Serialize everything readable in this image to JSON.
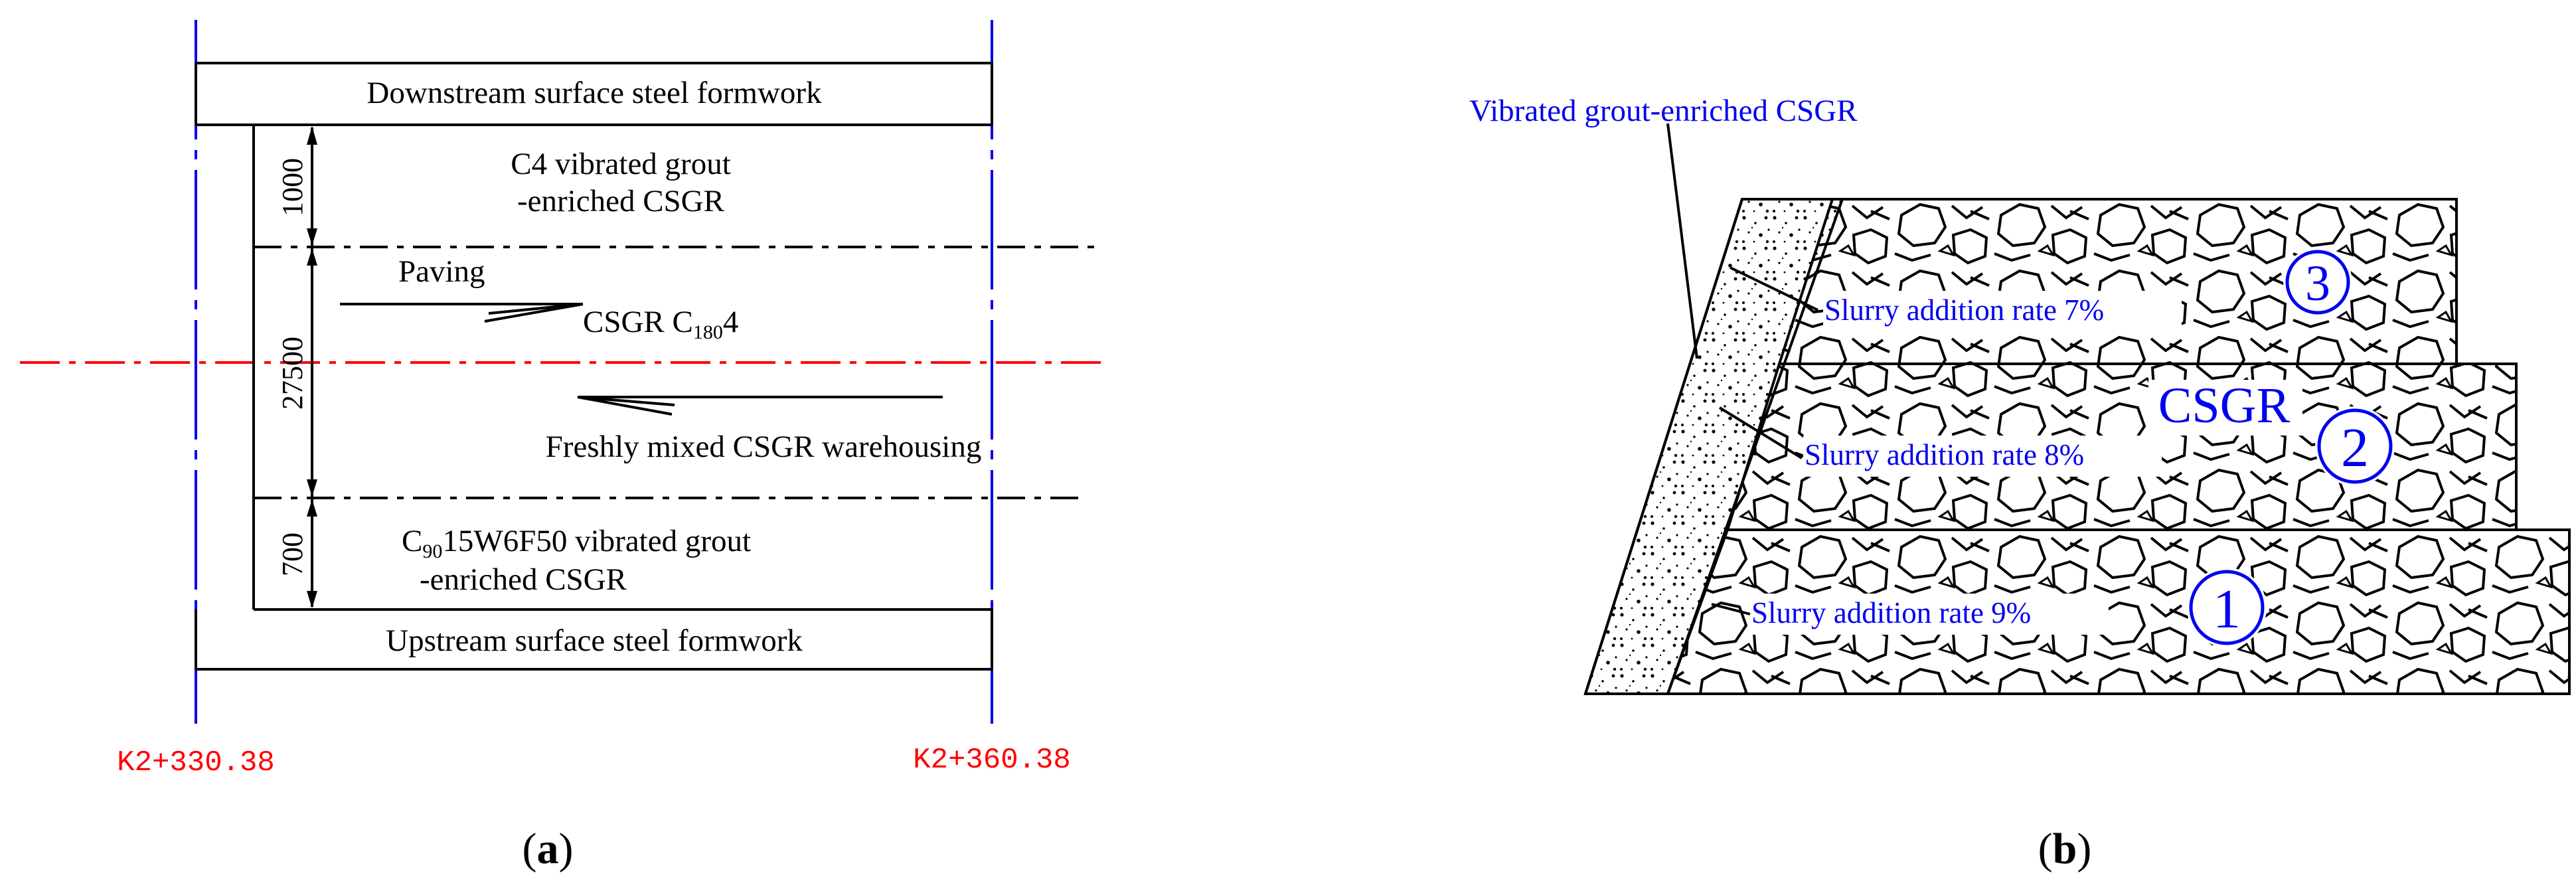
{
  "panel_a": {
    "caption_open": "(",
    "caption_letter": "a",
    "caption_close": ")",
    "downstream_label": "Downstream surface steel formwork",
    "upstream_label": "Upstream surface steel formwork",
    "c4_line1": "C4  vibrated grout",
    "c4_line2": "-enriched CSGR",
    "paving_label": "Paving",
    "csgr_c_prefix": "CSGR C",
    "csgr_c_sub": "180",
    "csgr_c_suffix": "4",
    "fresh_label": "Freshly mixed CSGR warehousing",
    "c90_prefix": "C",
    "c90_sub": "90",
    "c90_suffix": "15W6F50  vibrated grout",
    "c90_line2": "-enriched CSGR",
    "dim_top": "1000",
    "dim_mid": "27500",
    "dim_bot": "700",
    "station_left": "K2+330.38",
    "station_right": "K2+360.38",
    "colors": {
      "axis_red": "#ff0000",
      "axis_blue": "#0000ee",
      "line": "#000000"
    }
  },
  "panel_b": {
    "caption_open": "(",
    "caption_letter": "b",
    "caption_close": ")",
    "title_label": "Vibrated grout-enriched CSGR",
    "csgr_label": "CSGR",
    "layers": [
      {
        "number": "3",
        "rate": "Slurry addition rate 7%"
      },
      {
        "number": "2",
        "rate": "Slurry addition rate 8%"
      },
      {
        "number": "1",
        "rate": "Slurry addition rate 9%"
      }
    ],
    "colors": {
      "label_blue": "#0000ee"
    }
  }
}
